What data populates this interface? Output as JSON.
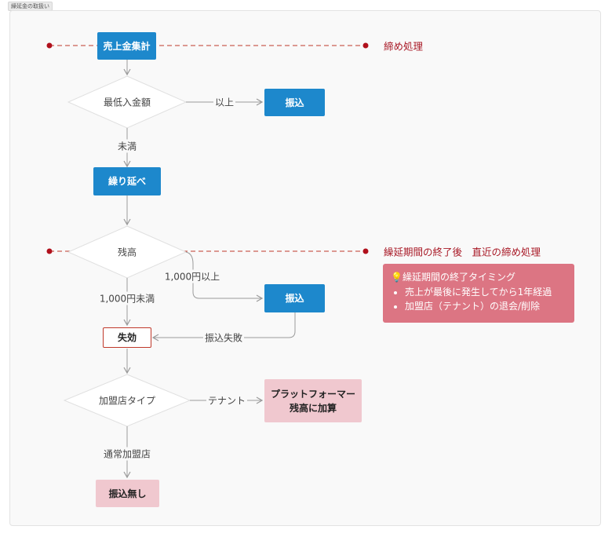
{
  "tab_title": "繰延金の取扱い",
  "nodes": {
    "sales_total": "売上金集計",
    "min_amount": "最低入金額",
    "transfer_1": "振込",
    "carry_over": "繰り延べ",
    "balance": "残高",
    "transfer_2": "振込",
    "expire": "失効",
    "member_type": "加盟店タイプ",
    "platformer": [
      "プラットフォーマー",
      "残高に加算"
    ],
    "no_transfer": "振込無し"
  },
  "edge_labels": {
    "above_min": "以上",
    "below_min": "未満",
    "over_1000": "1,000円以上",
    "under_1000": "1,000円未満",
    "transfer_failed": "振込失敗",
    "tenant": "テナント",
    "normal_member": "通常加盟店"
  },
  "side_labels": {
    "closing": "締め処理",
    "deferral_end": "繰延期間の終了後　直近の締め処理"
  },
  "note": {
    "icon": "lightbulb-icon",
    "title": "繰延期間の終了タイミング",
    "items": [
      "売上が最後に発生してから1年経過",
      "加盟店（テナント）の退会/削除"
    ]
  },
  "colors": {
    "blue_box": "#1d88cc",
    "pink_box": "#f0c8cf",
    "note_bg": "#dc7583",
    "dashed_line": "#c0392b",
    "side_text": "#a81825"
  }
}
